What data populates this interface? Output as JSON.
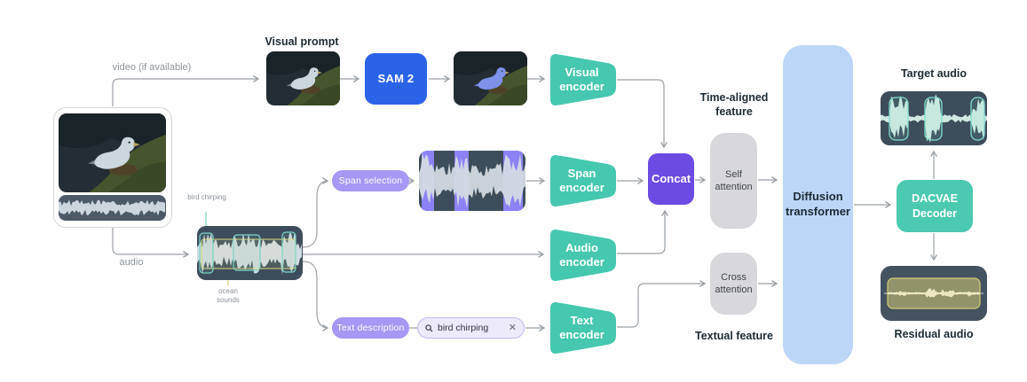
{
  "edge_labels": {
    "video": "video (if available)",
    "audio": "audio"
  },
  "visual_prompt": {
    "title": "Visual prompt"
  },
  "nodes": {
    "sam2": {
      "label": "SAM 2",
      "color": "#2b63e8"
    },
    "visual_encoder": {
      "label": "Visual encoder",
      "color": "#46c8b0"
    },
    "span_encoder": {
      "label": "Span encoder",
      "color": "#46c8b0"
    },
    "audio_encoder": {
      "label": "Audio encoder",
      "color": "#46c8b0"
    },
    "text_encoder": {
      "label": "Text encoder",
      "color": "#46c8b0"
    },
    "concat": {
      "label": "Concat",
      "color": "#6b4be2"
    },
    "self_attention": {
      "label": "Self attention",
      "color": "#d8d8dc"
    },
    "cross_attention": {
      "label": "Cross attention",
      "color": "#d8d8dc"
    },
    "diffusion_transformer": {
      "label": "Diffusion transformer",
      "color": "#bcd6f8"
    },
    "dacvae_decoder": {
      "label": "DACVAE Decoder",
      "color": "#4cc9b1"
    },
    "span_selection": {
      "label": "Span selection",
      "color": "#a698f4"
    },
    "text_description": {
      "label": "Text description",
      "color": "#a698f4"
    }
  },
  "annotations": {
    "bird_chirping": "bird chirping",
    "ocean_sounds": "ocean sounds"
  },
  "search_box": {
    "value": "bird chirping",
    "icons": {
      "left": "search-magnifier",
      "right": "clear-x"
    },
    "clear_glyph": "✕"
  },
  "feature_labels": {
    "time_aligned": "Time-aligned feature",
    "textual": "Textual feature"
  },
  "output_labels": {
    "target": "Target audio",
    "residual": "Residual audio"
  },
  "connections": [
    "input video -> Visual prompt",
    "Visual prompt -> SAM 2",
    "SAM 2 -> segmented frame",
    "segmented frame -> Visual encoder",
    "Visual encoder -> Concat",
    "input audio -> annotated waveform",
    "annotated waveform -> Span selection",
    "annotated waveform -> Audio encoder",
    "annotated waveform -> Text description",
    "Span selection -> span waveform",
    "span waveform -> Span encoder",
    "Span encoder -> Concat",
    "Audio encoder -> Concat",
    "Text description -> search box",
    "search box -> Text encoder",
    "Concat -> Self attention",
    "Self attention -> Diffusion transformer",
    "Text encoder -> Cross attention",
    "Cross attention -> Diffusion transformer",
    "Diffusion transformer -> DACVAE Decoder",
    "DACVAE Decoder -> Target audio",
    "DACVAE Decoder -> Residual audio"
  ],
  "colors": {
    "teal": "#46c8b0",
    "blue": "#2b63e8",
    "purple": "#6b4be2",
    "lavender": "#a698f4",
    "light_blue": "#bcd6f8",
    "gray_block": "#d8d8dc",
    "dark_card": "#3e4d5b",
    "highlight_teal": "#7cd4c6",
    "highlight_yellow": "#e2da7e",
    "line": "#9ba1a6"
  }
}
